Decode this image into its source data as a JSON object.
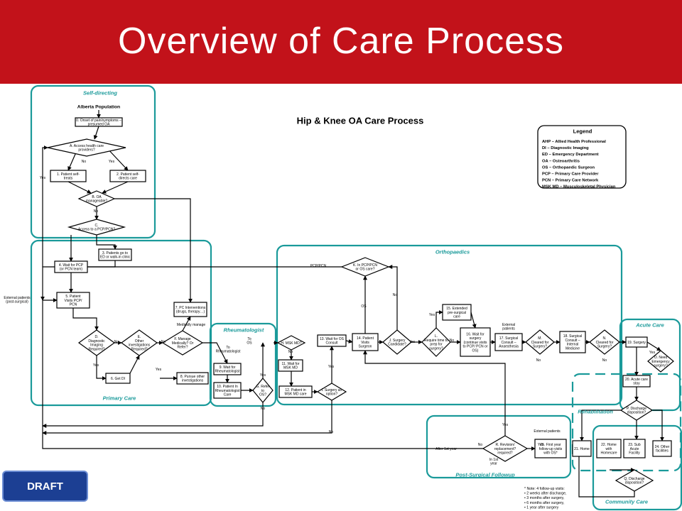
{
  "slide_title": "Overview of Care Process",
  "draft_label": "DRAFT",
  "colors": {
    "header": "#c2121a",
    "panel": "#1a9a9a",
    "draft": "#1c3f93"
  },
  "diagram": {
    "main_title": "Hip & Knee OA Care Process",
    "legend": {
      "title": "Legend",
      "items": [
        "AHP – Allied Health Professional",
        "DI – Diagnostic Imaging",
        "ED – Emergency Department",
        "OA – Osteoarthritis",
        "OS – Orthopaedic Surgeon",
        "PCP – Primary Care Provider",
        "PCN – Primary Care Network",
        "MSK MD – Musculoskeletal Physician"
      ]
    },
    "panels": {
      "self_directing": "Self-directing",
      "primary_care": "Primary Care",
      "rheumatologist": "Rheumatologist",
      "orthopaedics": "Orthopaedics",
      "acute_care": "Acute Care",
      "rehabilitation": "Rehabilitation",
      "post_surgical": "Post-Surgical Followup",
      "community_care": "Community Care"
    },
    "nodes": {
      "alberta": "Alberta Population",
      "n0": [
        "0. Onset of pain/symptoms –",
        "presumed OA"
      ],
      "a": [
        "A. Access health care",
        "providers?"
      ],
      "n1": [
        "1. Patient self-",
        "treats"
      ],
      "n2": [
        "2. Patient self-",
        "directs care"
      ],
      "b": [
        "B. OA",
        "manageable?"
      ],
      "c": [
        "C.",
        "Access to a PCP/PCN?"
      ],
      "n3": [
        "3. Patients go to",
        "ED or walk-in clinic"
      ],
      "n4": [
        "4. Wait for PCP",
        "(or PCN team)"
      ],
      "n5": [
        "5. Patient",
        "Visits PCP/",
        "PCN"
      ],
      "d": [
        "D.",
        "Diagnostic",
        "Imaging",
        "Required?"
      ],
      "e": [
        "E.",
        "Other",
        "investigations",
        "Required?"
      ],
      "n6": [
        "6. Get DI"
      ],
      "f": [
        "F. Manage",
        "Medically? Or",
        "Refer?"
      ],
      "n7": [
        "7. PC Interventions",
        "(drugs, therapy…)"
      ],
      "n8": [
        "8. Pursue other",
        "investigations"
      ],
      "n9": [
        "9. Wait for",
        "Rheumatologist"
      ],
      "n10": [
        "10. Patient In",
        "Rheumatologist",
        "Care"
      ],
      "g": [
        "G. Refer",
        "to",
        "OS?"
      ],
      "h": [
        "H. MSK MD?"
      ],
      "n11": [
        "11. Wait for",
        "MSK MD"
      ],
      "n12": [
        "12. Patient in",
        "MSK MD care"
      ],
      "i": [
        "I. Surgery an",
        "option?"
      ],
      "n13": [
        "13. Wait for OS",
        "Consult"
      ],
      "n14": [
        "14. Patient",
        "Visits",
        "Surgeon"
      ],
      "k": [
        "K. In PCP/PCN",
        "or OS care?"
      ],
      "j": [
        "J. Surgery",
        "Candidate?"
      ],
      "l": [
        "L.",
        "Require time to",
        "prep for",
        "surgery?"
      ],
      "n15": [
        "15. Extended",
        "pre-surgical",
        "care"
      ],
      "n16": [
        "16. Wait for",
        "surgery",
        "(continue visits",
        "to PCP/ PCN or",
        "OS)"
      ],
      "n17": [
        "17. Surgical",
        "Consult –",
        "Anaesthesia"
      ],
      "m": [
        "M.",
        "Cleared for",
        "Surgery?"
      ],
      "n18": [
        "18. Surgical",
        "Consult –",
        "Internal",
        "Medicine"
      ],
      "n": [
        "N.",
        "Cleared for",
        "Surgery?"
      ],
      "n19": [
        "19. Surgery"
      ],
      "o": [
        "O. Need",
        "Emergency",
        "surgery?"
      ],
      "n20": [
        "20. Acute care",
        "stay"
      ],
      "p": [
        "P. Discharge",
        "disposition?"
      ],
      "n21": [
        "21. Home"
      ],
      "n22": [
        "22. Home",
        "with",
        "Homecare"
      ],
      "n23": [
        "23. Sub",
        "Acute",
        "Facility"
      ],
      "n24": [
        "24. Other",
        "facilities"
      ],
      "q": [
        "Q. Discharge",
        "disposition?"
      ],
      "r": [
        "R. Revision/",
        "replacement?",
        "required?"
      ],
      "n25": [
        "25. First year",
        "follow-up visits",
        "with OS*"
      ]
    },
    "edge_labels": {
      "yes": "Yes",
      "no": "No",
      "to_rheum": [
        "To",
        "Rheumatologist"
      ],
      "to_os": [
        "To",
        "OS"
      ],
      "medically_manage": "Medically manage",
      "pcp_pcn": "PCP/PCN",
      "os": "OS",
      "external_patients_left": [
        "External patients",
        "(post-surgical)"
      ],
      "external_patients_ortho": [
        "External",
        "patients"
      ],
      "external_patients_followup": "External patients",
      "after_first_year": "After 1st year",
      "in_first_year": [
        "In 1st",
        "year"
      ]
    },
    "footnote": [
      "* Note: 4 follow-up visits:",
      "• 2 weeks after discharge,",
      "• 3 months after surgery,",
      "• 6 months after surgery,",
      "• 1 year after surgery"
    ]
  }
}
